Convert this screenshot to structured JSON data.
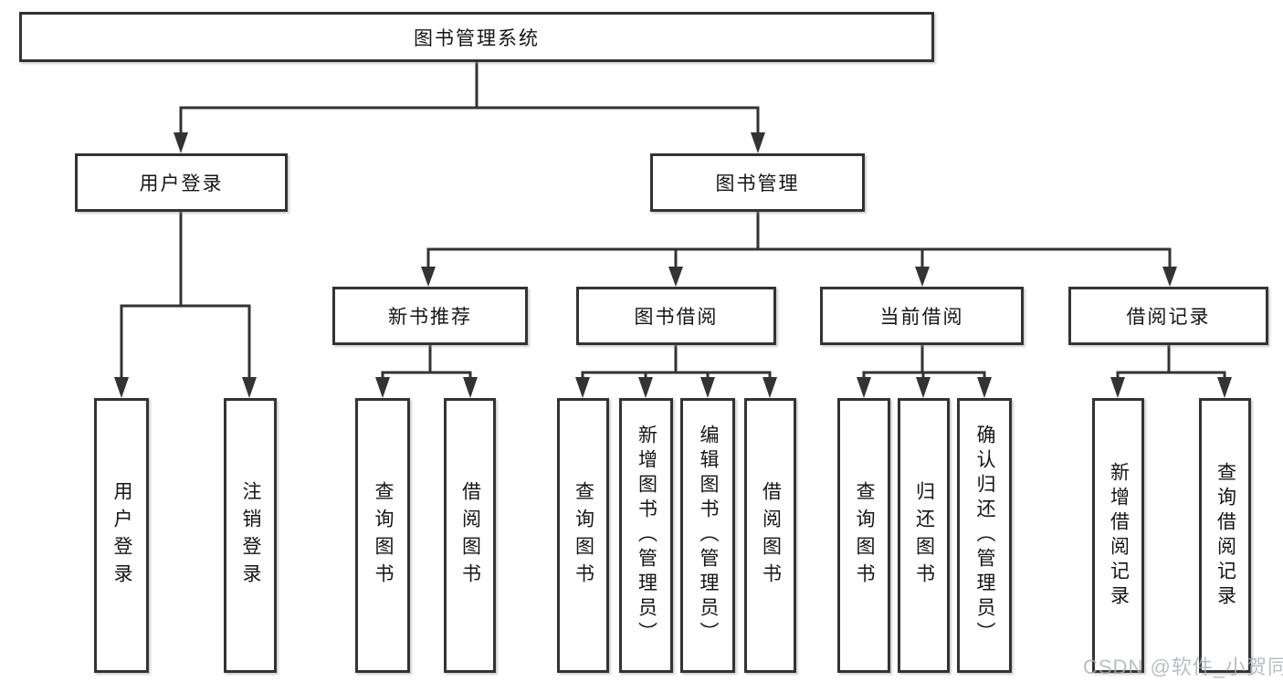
{
  "diagram": {
    "type": "hierarchy-tree",
    "colors": {
      "line": "#333333",
      "box_border": "#333333",
      "box_fill": "#ffffff",
      "text": "#151515",
      "watermark": "#a8aeb5"
    },
    "tree": {
      "root": {
        "label": "图书管理系统",
        "children": [
          {
            "label": "用户登录",
            "children": [
              {
                "label": "用户登录"
              },
              {
                "label": "注销登录"
              }
            ]
          },
          {
            "label": "图书管理",
            "children": [
              {
                "label": "新书推荐",
                "children": [
                  {
                    "label": "查询图书"
                  },
                  {
                    "label": "借阅图书"
                  }
                ]
              },
              {
                "label": "图书借阅",
                "children": [
                  {
                    "label": "查询图书"
                  },
                  {
                    "label": "新增图书（管理员）"
                  },
                  {
                    "label": "编辑图书（管理员）"
                  },
                  {
                    "label": "借阅图书"
                  }
                ]
              },
              {
                "label": "当前借阅",
                "children": [
                  {
                    "label": "查询图书"
                  },
                  {
                    "label": "归还图书"
                  },
                  {
                    "label": "确认归还（管理员）"
                  }
                ]
              },
              {
                "label": "借阅记录",
                "children": [
                  {
                    "label": "新增借阅记录"
                  },
                  {
                    "label": "查询借阅记录"
                  }
                ]
              }
            ]
          }
        ]
      }
    },
    "watermark": {
      "text": "CSDN @软件_小贺同学"
    }
  }
}
